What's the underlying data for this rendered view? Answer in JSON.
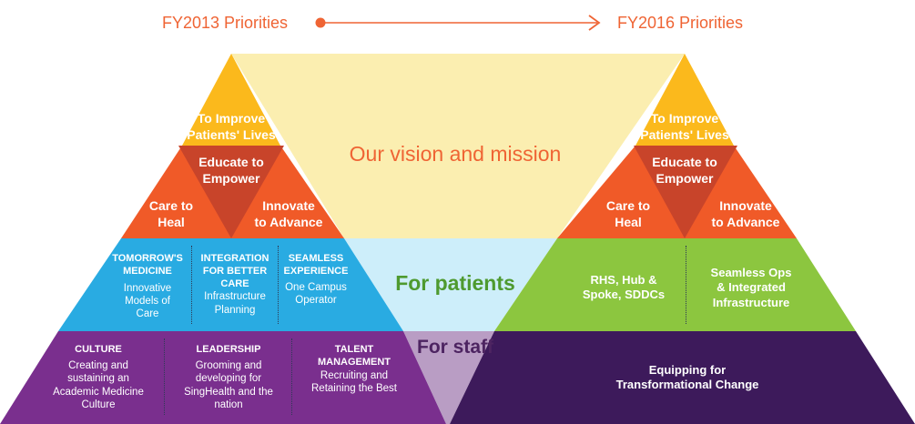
{
  "header": {
    "left_label": "FY2013 Priorities",
    "right_label": "FY2016 Priorities"
  },
  "center": {
    "vision": "Our vision and mission",
    "patients": "For patients",
    "staff": "For staff"
  },
  "left_pyramid": {
    "apex": [
      "To Improve",
      "Patients' Lives"
    ],
    "middle_center": [
      "Educate to",
      "Empower"
    ],
    "middle_left": [
      "Care to",
      "Heal"
    ],
    "middle_right": [
      "Innovate",
      "to Advance"
    ],
    "patients_row": [
      {
        "heading": [
          "TOMORROW'S",
          "MEDICINE"
        ],
        "body": [
          "Innovative",
          "Models of",
          "Care"
        ]
      },
      {
        "heading": [
          "INTEGRATION",
          "FOR BETTER",
          "CARE"
        ],
        "body": [
          "Infrastructure",
          "Planning"
        ]
      },
      {
        "heading": [
          "SEAMLESS",
          "EXPERIENCE"
        ],
        "body": [
          "One Campus",
          "Operator"
        ]
      }
    ],
    "staff_row": [
      {
        "heading": [
          "CULTURE"
        ],
        "body": [
          "Creating and",
          "sustaining an",
          "Academic Medicine",
          "Culture"
        ]
      },
      {
        "heading": [
          "LEADERSHIP"
        ],
        "body": [
          "Grooming and",
          "developing for",
          "SingHealth and the",
          "nation"
        ]
      },
      {
        "heading": [
          "TALENT",
          "MANAGEMENT"
        ],
        "body": [
          "Recruiting and",
          "Retaining the Best"
        ]
      }
    ]
  },
  "right_pyramid": {
    "apex": [
      "To Improve",
      "Patients' Lives"
    ],
    "middle_center": [
      "Educate to",
      "Empower"
    ],
    "middle_left": [
      "Care to",
      "Heal"
    ],
    "middle_right": [
      "Innovate",
      "to Advance"
    ],
    "patients_row": [
      {
        "body": [
          "RHS, Hub &",
          "Spoke, SDDCs"
        ]
      },
      {
        "body": [
          "Seamless Ops",
          "& Integrated",
          "Infrastructure"
        ]
      }
    ],
    "staff_row": [
      {
        "body": [
          "Equipping for",
          "Transformational Change"
        ]
      }
    ]
  },
  "colors": {
    "orange_text": "#ef6434",
    "apex_yellow": "#fbb91c",
    "orange_band": "#f05a28",
    "dark_orange": "#c8442a",
    "blue": "#29abe2",
    "green": "#8cc63f",
    "purple_left": "#7a2f8e",
    "purple_right": "#3d1a5b",
    "pale_yellow": "#fbeeb0",
    "pale_blue": "#cdeefa",
    "lavender": "#b99dc4",
    "green_text": "#4e9a2f",
    "purple_text": "#4d2461"
  }
}
